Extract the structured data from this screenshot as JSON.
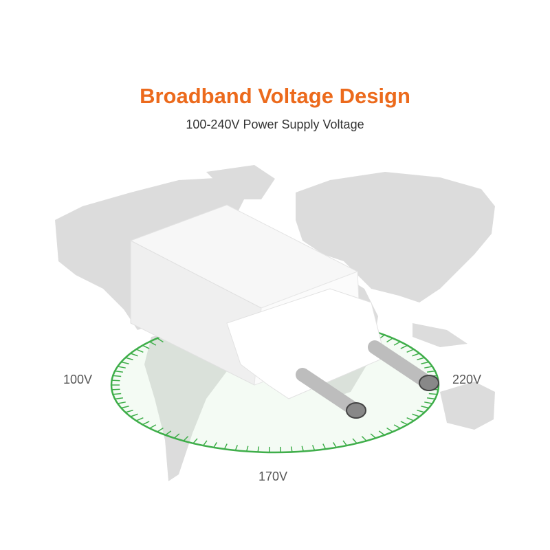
{
  "header": {
    "title": "Broadband Voltage Design",
    "subtitle": "100-240V Power Supply Voltage"
  },
  "voltage_labels": {
    "left": "100V",
    "right": "220V",
    "bottom": "170V"
  },
  "colors": {
    "title": "#ec6a1c",
    "ring": "#3fae4a",
    "map": "#d9d9d9"
  }
}
